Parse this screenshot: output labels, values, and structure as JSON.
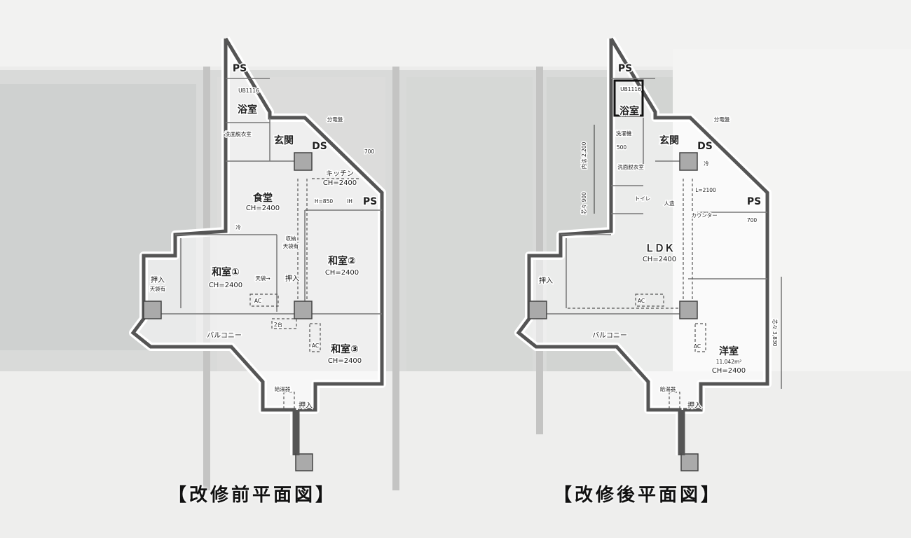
{
  "before": {
    "caption": "【改修前平面図】",
    "labels": {
      "ps1": "PS",
      "ub": "UB1116",
      "bath": "浴室",
      "senmen": "洗面脱衣室",
      "genkan": "玄関",
      "ds": "DS",
      "bunden": "分電盤",
      "dim700": "700",
      "kitchen": "キッチン",
      "kitchen_ch": "CH=2400",
      "shokudo": "食堂",
      "shokudo_ch": "CH=2400",
      "h850": "H=850",
      "ih": "IH",
      "ps2": "PS",
      "rei": "冷",
      "shuno": "収納",
      "shuno_sub": "天袋有",
      "washitsu1": "和室①",
      "washitsu1_ch": "CH=2400",
      "tenbukuro": "天袋→",
      "oshiire1": "押入",
      "washitsu2": "和室②",
      "washitsu2_ch": "CH=2400",
      "oshiire2": "押入",
      "oshiire2_sub": "天袋有",
      "ac1": "AC",
      "nidai": "2台",
      "balcony": "バルコニー",
      "ac2": "AC",
      "washitsu3": "和室③",
      "washitsu3_ch": "CH=2400",
      "kyuto": "給湯器",
      "oshiire3": "押入"
    }
  },
  "after": {
    "caption": "【改修後平面図】",
    "labels": {
      "ps1": "PS",
      "ub": "UB1116",
      "bath": "浴室",
      "sentakuki": "洗濯機",
      "dim500": "500",
      "senmen": "洗面脱衣室",
      "genkan": "玄関",
      "ds": "DS",
      "bunden": "分電盤",
      "rei": "冷",
      "dim_inner": "内法 2,200",
      "dim_core": "芯々 900",
      "toilet": "トイレ",
      "jinzo": "人造",
      "l2100": "L=2100",
      "ps2": "PS",
      "counter": "カウンター",
      "dim700": "700",
      "ldk": "ＬＤＫ",
      "ldk_ch": "CH=2400",
      "oshiire1": "押入",
      "ac1": "AC",
      "balcony": "バルコニー",
      "ac2": "AC",
      "yoshitsu": "洋室",
      "yoshitsu_area": "11.042m²",
      "yoshitsu_ch": "CH=2400",
      "dim3830": "芯々 3,830",
      "kyuto": "給湯器",
      "oshiire2": "押入"
    }
  }
}
